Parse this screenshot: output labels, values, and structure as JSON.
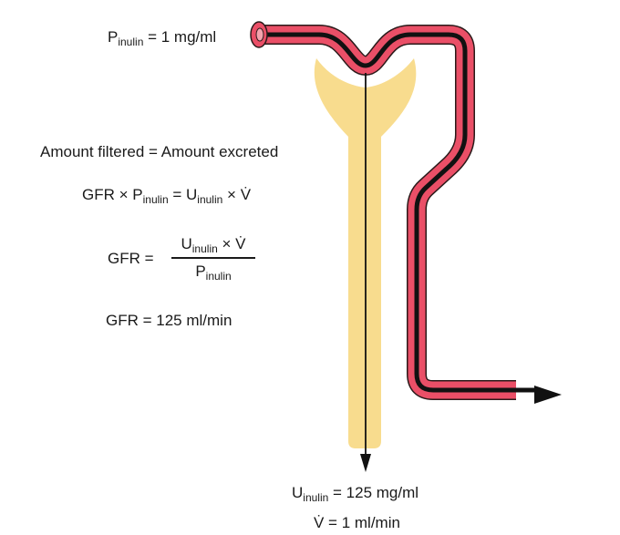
{
  "labels": {
    "p_inulin": {
      "sym": "P",
      "sub": "inulin",
      "rest": " = 1 mg/ml"
    },
    "amount_eq": "Amount filtered = Amount excreted",
    "gfr_product": {
      "a": "GFR × P",
      "sub1": "inulin",
      "b": " = U",
      "sub2": "inulin",
      "c": " × V̇"
    },
    "gfr_fraction": {
      "lhs": "GFR =",
      "num_sym": "U",
      "num_sub": "inulin",
      "num_rest": " × V̇",
      "den_sym": "P",
      "den_sub": "inulin"
    },
    "gfr_value": "GFR = 125 ml/min",
    "u_inulin": {
      "sym": "U",
      "sub": "inulin",
      "rest": " = 125 mg/ml"
    },
    "v_rate": "V̇ = 1 ml/min"
  },
  "colors": {
    "vessel_fill": "#ea4f67",
    "vessel_outline": "#2a1a1a",
    "vessel_lumen": "#111111",
    "tubule_fill": "#f8dc8e",
    "arrow": "#111111"
  }
}
